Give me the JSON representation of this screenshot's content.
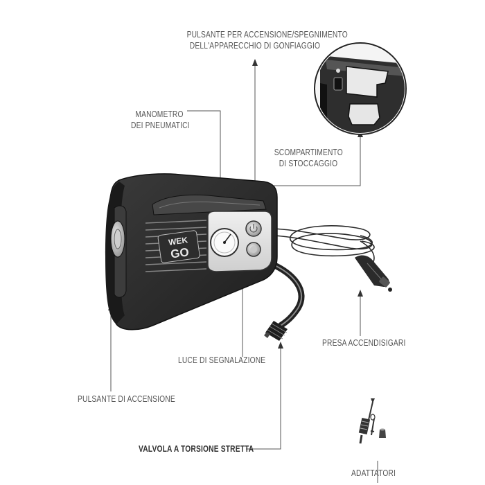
{
  "labels": {
    "power_switch": [
      "PULSANTE PER ACCENSIONE/SPEGNIMENTO",
      "DELL'APPARECCHIO DI GONFIAGGIO"
    ],
    "gauge": [
      "MANOMETRO",
      "DEI PNEUMATICI"
    ],
    "storage": [
      "SCOMPARTIMENTO",
      "DI STOCCAGGIO"
    ],
    "indicator": "LUCE DI SEGNALAZIONE",
    "lighter_plug": "PRESA ACCENDISIGARI",
    "power_button": "PULSANTE DI ACCENSIONE",
    "valve": "VALVOLA A TORSIONE STRETTA",
    "adapters": "ADATTATORI"
  },
  "brand_logo": [
    "WEK",
    "GO"
  ],
  "colors": {
    "line": "#555555",
    "text": "#555555",
    "device_dark": "#2b2b2b",
    "device_mid": "#3a3a3a",
    "device_light": "#d8d8d8"
  }
}
